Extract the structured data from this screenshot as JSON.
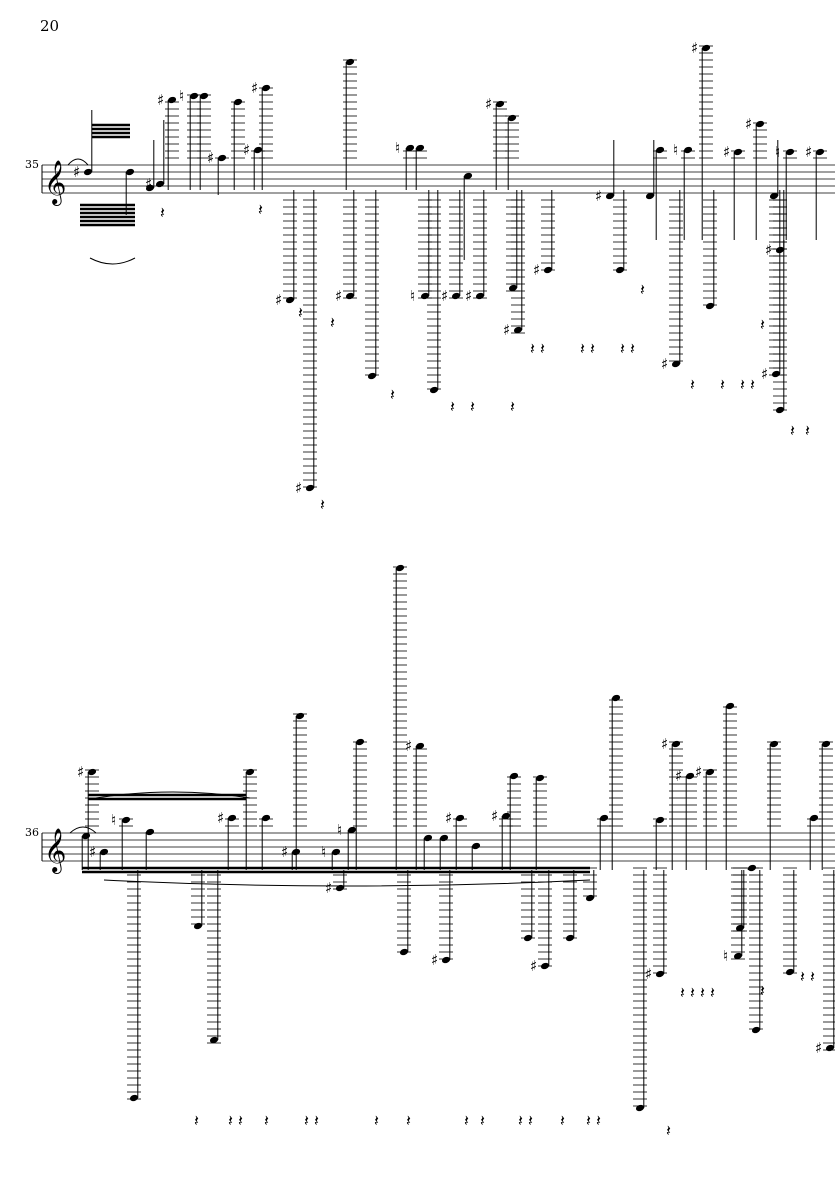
{
  "page": {
    "number": "20"
  },
  "systems": [
    {
      "measure_number": "35"
    },
    {
      "measure_number": "36"
    }
  ],
  "clef": "treble",
  "accidental_glyphs": {
    "sharp": "♯",
    "natural": "♮"
  }
}
